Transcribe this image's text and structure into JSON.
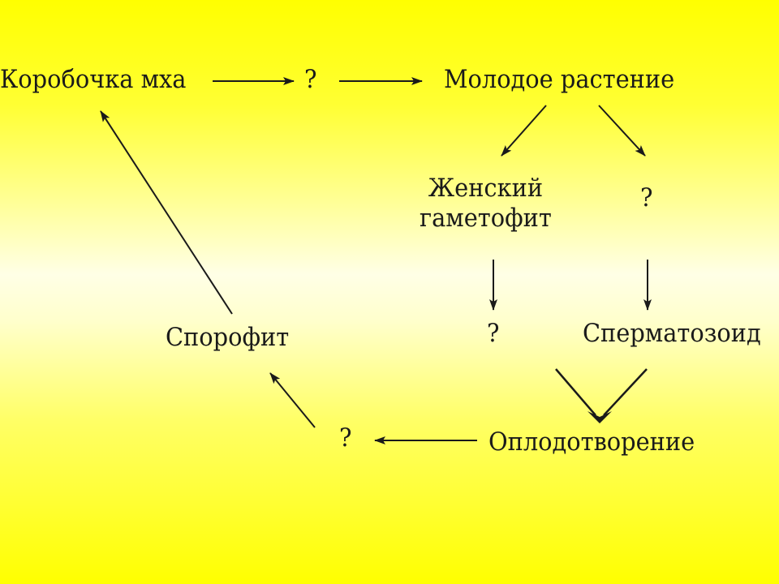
{
  "nodes": {
    "moss_capsule": "Коробочка мха",
    "unknown_1": "?",
    "young_plant": "Молодое растение",
    "female_gametophyte_line1": "Женский",
    "female_gametophyte_line2": "гаметофит",
    "unknown_2": "?",
    "unknown_3": "?",
    "spermatozoid": "Сперматозоид",
    "sporophyte": "Спорофит",
    "fertilization": "Оплодотворение",
    "unknown_4": "?"
  },
  "colors": {
    "text": "#1a1a1a",
    "arrow": "#1a1a1a",
    "background_top": "#ffff00",
    "background_middle": "#ffffe6",
    "background_bottom": "#ffff00"
  }
}
